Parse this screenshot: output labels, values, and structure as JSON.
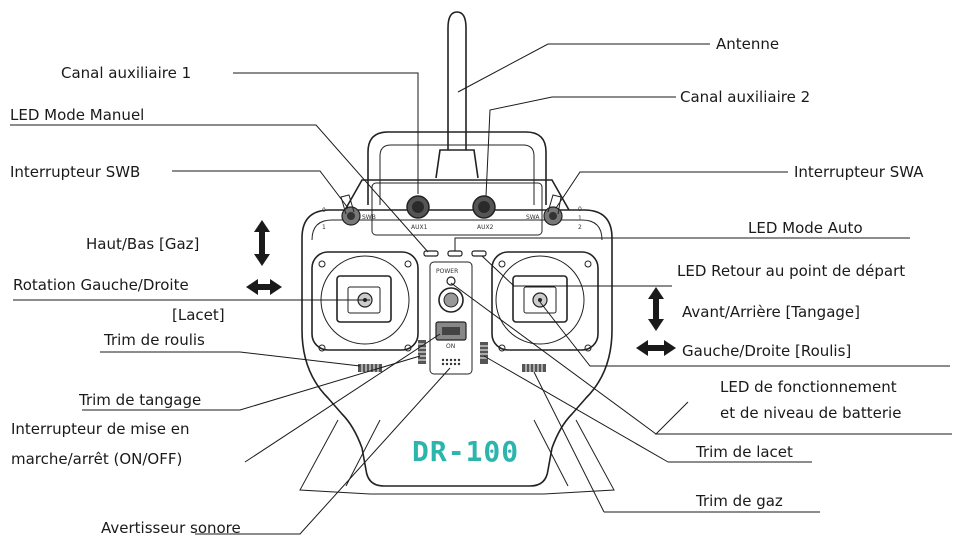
{
  "brand": "DR-100",
  "accent_color": "#2bb5ad",
  "callouts": {
    "antenna": "Antenne",
    "aux1": "Canal auxiliaire 1",
    "aux2": "Canal auxiliaire 2",
    "led_manual": "LED Mode Manuel",
    "switch_swb": "Interrupteur SWB",
    "switch_swa": "Interrupteur  SWA",
    "led_auto": "LED Mode Auto",
    "up_down": "Haut/Bas [Gaz]",
    "rotation": "Rotation Gauche/Droite",
    "yaw_bracket": "[Lacet]",
    "led_return": "LED Retour au point de départ",
    "forward_back": "Avant/Arrière [Tangage]",
    "trim_roll": "Trim  de roulis",
    "left_right": "Gauche/Droite [Roulis]",
    "led_battery_1": "LED de fonctionnement",
    "led_battery_2": "et de niveau de batterie",
    "trim_pitch": "Trim  de tangage",
    "power_switch_1": "Interrupteur de mise en",
    "power_switch_2": "marche/arrêt (ON/OFF)",
    "trim_yaw": "Trim de lacet",
    "trim_throttle": "Trim de gaz",
    "buzzer": "Avertisseur sonore"
  },
  "device_labels": {
    "swb": "SWB",
    "swa": "SWA",
    "aux1": "AUX1",
    "aux2": "AUX2",
    "power": "POWER",
    "on": "ON",
    "swb_pos0": "0",
    "swb_pos1": "1",
    "swa_pos0": "0",
    "swa_pos1": "1",
    "swa_pos2": "2"
  }
}
